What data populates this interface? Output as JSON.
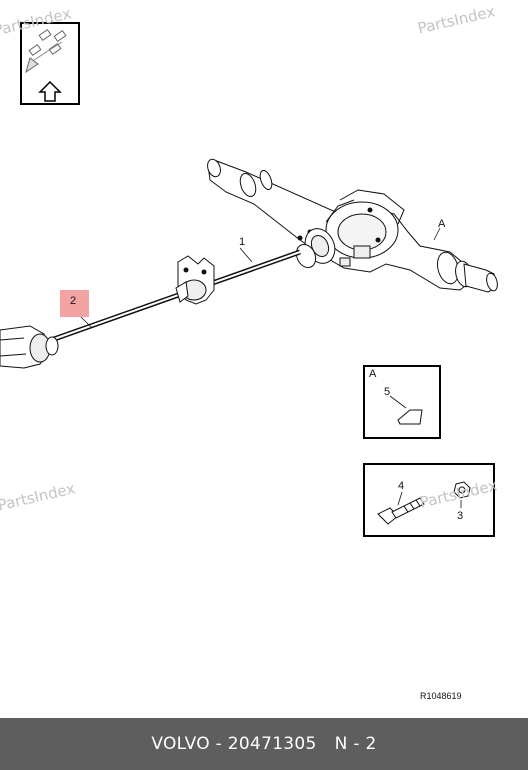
{
  "watermarks": [
    "PartsIndex",
    "PartsIndex",
    "PartsIndex",
    "PartsIndex"
  ],
  "callouts": {
    "one": "1",
    "two": "2",
    "three": "3",
    "four": "4",
    "five": "5",
    "view_a": "A",
    "detail_a": "A"
  },
  "reference_code": "R1048619",
  "footer": {
    "part_title": "VOLVO - 20471305",
    "position": "N - 2"
  },
  "colors": {
    "highlight": "#f4a3a3",
    "footer_bg": "#5e5e5e",
    "watermark": "#c4c4c4"
  },
  "icons": [
    "direction-arrow-icon"
  ]
}
